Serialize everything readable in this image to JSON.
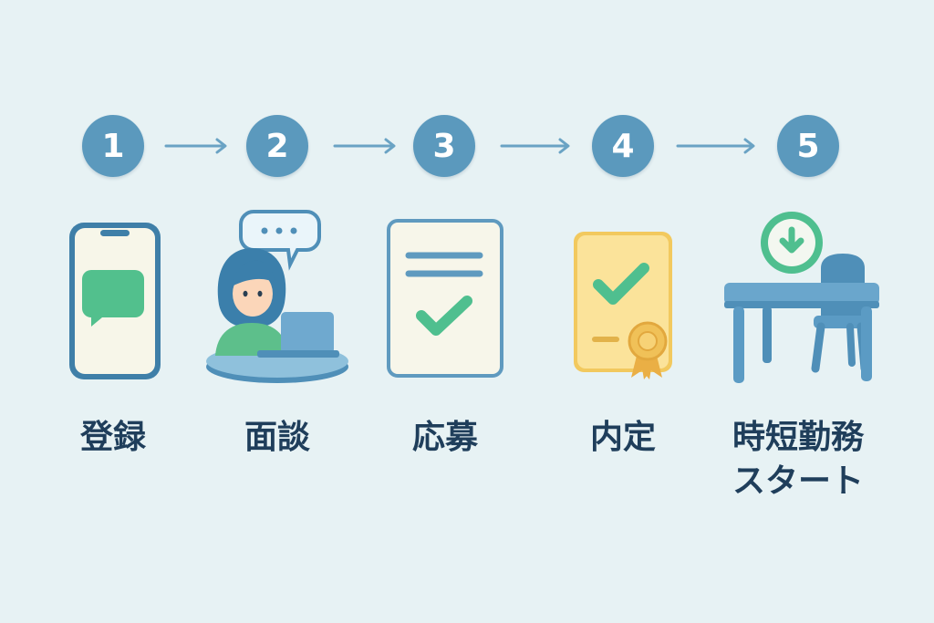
{
  "steps": [
    {
      "number": "1",
      "label": "登録",
      "icon": "smartphone-chat-icon"
    },
    {
      "number": "2",
      "label": "面談",
      "icon": "person-laptop-chat-icon"
    },
    {
      "number": "3",
      "label": "応募",
      "icon": "document-check-icon"
    },
    {
      "number": "4",
      "label": "内定",
      "icon": "certificate-check-icon"
    },
    {
      "number": "5",
      "label_line1": "時短勤務",
      "label_line2": "スタート",
      "icon": "clock-desk-chair-icon"
    }
  ],
  "colors": {
    "background": "#e7f2f4",
    "badge": "#5b99bd",
    "arrow": "#6aa3c4",
    "label": "#1f3e5b",
    "accent_green": "#4fbf8f",
    "accent_blue": "#5b99bd",
    "accent_yellow": "#f7da85"
  }
}
